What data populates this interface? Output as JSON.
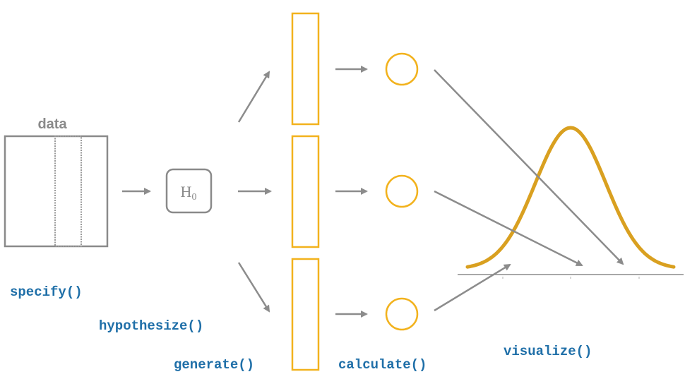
{
  "labels": {
    "data": "data",
    "hypothesis": "H",
    "hypothesis_subscript": "0",
    "specify": "specify()",
    "hypothesize": "hypothesize()",
    "generate": "generate()",
    "calculate": "calculate()",
    "visualize": "visualize()"
  },
  "colors": {
    "gray": "#8a8a8a",
    "arrow": "#8c8c8c",
    "orange": "#f2b21d",
    "curve": "#d9a020",
    "function_text": "#1f6fa8"
  }
}
